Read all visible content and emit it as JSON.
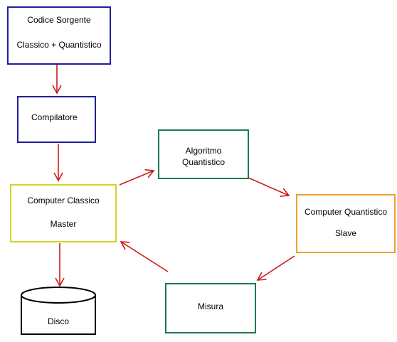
{
  "nodes": {
    "source": {
      "line1": "Codice Sorgente",
      "line2": "Classico + Quantistico",
      "color": "#1f1f9a"
    },
    "compiler": {
      "line1": "Compilatore",
      "color": "#1f1f9a"
    },
    "classical": {
      "line1": "Computer Classico",
      "line2": "Master",
      "color": "#d4d422"
    },
    "algorithm": {
      "line1": "Algoritmo",
      "line2": "Quantistico",
      "color": "#1e7a4e"
    },
    "quantum": {
      "line1": "Computer Quantistico",
      "line2": "Slave",
      "color": "#f0a030"
    },
    "measure": {
      "line1": "Misura",
      "color": "#1e7a4e"
    },
    "disk": {
      "line1": "Disco",
      "color": "#000000"
    }
  },
  "arrow_color": "#cc1a1a"
}
